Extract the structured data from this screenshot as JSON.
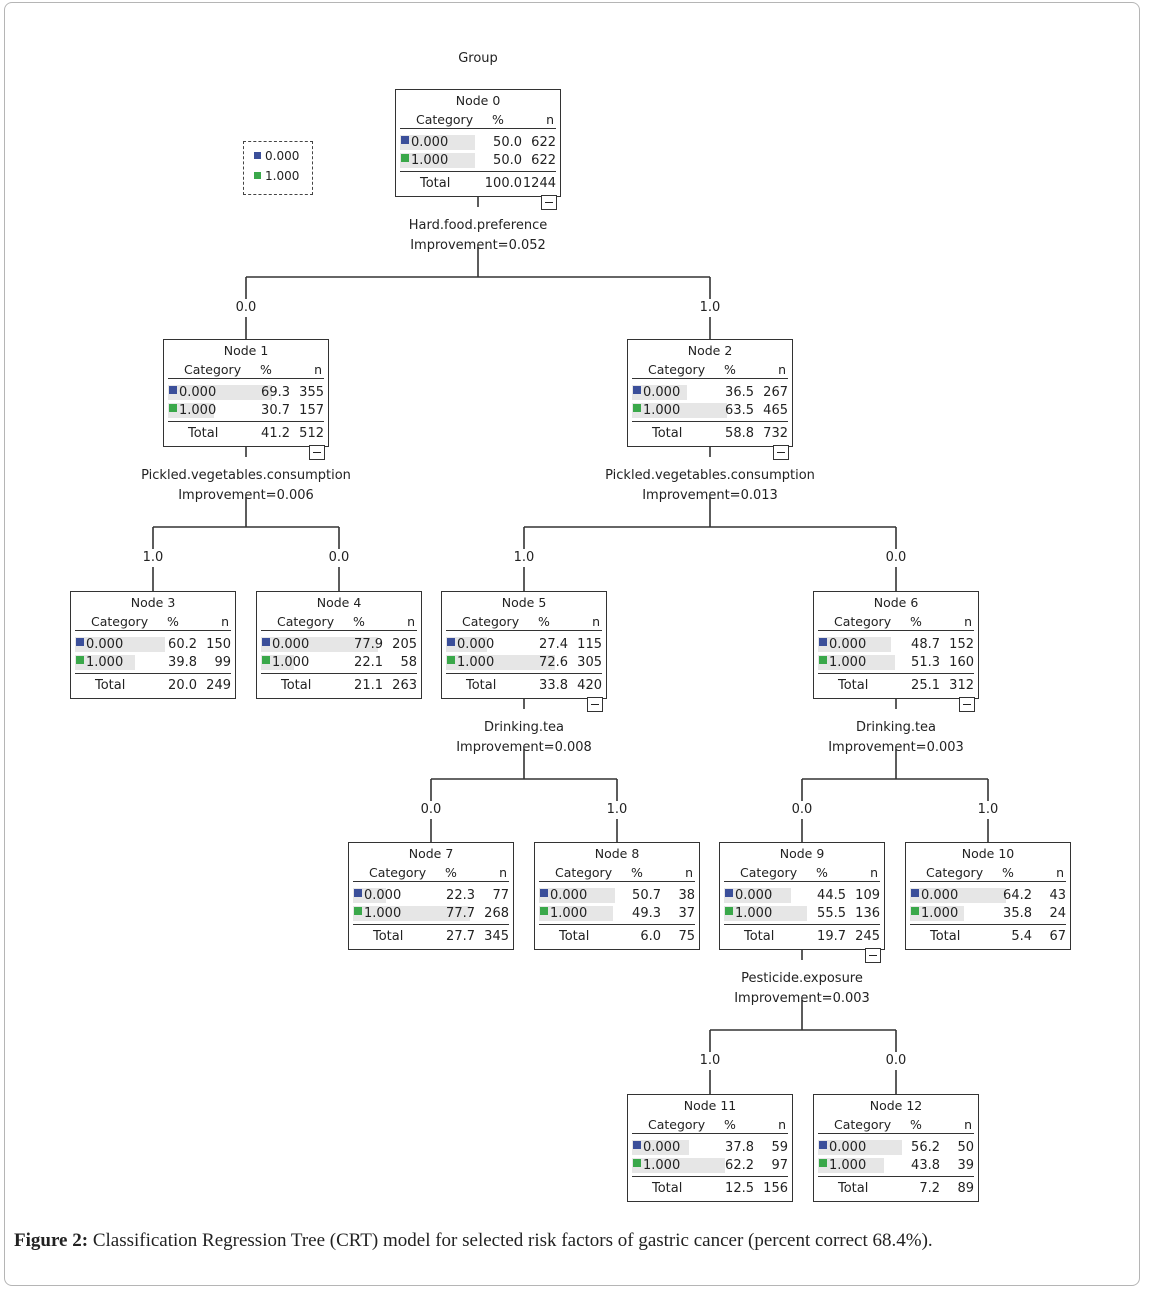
{
  "title": "Group",
  "legend": [
    {
      "label": "0.000",
      "color": "#3b4f9a"
    },
    {
      "label": "1.000",
      "color": "#3aa84a"
    }
  ],
  "colors": {
    "class0": "#3b4f9a",
    "class1": "#3aa84a"
  },
  "header": {
    "category": "Category",
    "pct": "%",
    "n": "n"
  },
  "total_label": "Total",
  "nodes": [
    {
      "id": "Node 0",
      "rows": [
        {
          "cat": "0.000",
          "pct": "50.0",
          "n": "622",
          "f": 0.5
        },
        {
          "cat": "1.000",
          "pct": "50.0",
          "n": "622",
          "f": 0.5
        }
      ],
      "total": {
        "pct": "100.0",
        "n": "1244"
      }
    },
    {
      "id": "Node 1",
      "rows": [
        {
          "cat": "0.000",
          "pct": "69.3",
          "n": "355",
          "f": 0.693
        },
        {
          "cat": "1.000",
          "pct": "30.7",
          "n": "157",
          "f": 0.307
        }
      ],
      "total": {
        "pct": "41.2",
        "n": "512"
      }
    },
    {
      "id": "Node 2",
      "rows": [
        {
          "cat": "0.000",
          "pct": "36.5",
          "n": "267",
          "f": 0.365
        },
        {
          "cat": "1.000",
          "pct": "63.5",
          "n": "465",
          "f": 0.635
        }
      ],
      "total": {
        "pct": "58.8",
        "n": "732"
      }
    },
    {
      "id": "Node 3",
      "rows": [
        {
          "cat": "0.000",
          "pct": "60.2",
          "n": "150",
          "f": 0.602
        },
        {
          "cat": "1.000",
          "pct": "39.8",
          "n": "99",
          "f": 0.398
        }
      ],
      "total": {
        "pct": "20.0",
        "n": "249"
      }
    },
    {
      "id": "Node 4",
      "rows": [
        {
          "cat": "0.000",
          "pct": "77.9",
          "n": "205",
          "f": 0.779
        },
        {
          "cat": "1.000",
          "pct": "22.1",
          "n": "58",
          "f": 0.221
        }
      ],
      "total": {
        "pct": "21.1",
        "n": "263"
      }
    },
    {
      "id": "Node 5",
      "rows": [
        {
          "cat": "0.000",
          "pct": "27.4",
          "n": "115",
          "f": 0.274
        },
        {
          "cat": "1.000",
          "pct": "72.6",
          "n": "305",
          "f": 0.726
        }
      ],
      "total": {
        "pct": "33.8",
        "n": "420"
      }
    },
    {
      "id": "Node 6",
      "rows": [
        {
          "cat": "0.000",
          "pct": "48.7",
          "n": "152",
          "f": 0.487
        },
        {
          "cat": "1.000",
          "pct": "51.3",
          "n": "160",
          "f": 0.513
        }
      ],
      "total": {
        "pct": "25.1",
        "n": "312"
      }
    },
    {
      "id": "Node 7",
      "rows": [
        {
          "cat": "0.000",
          "pct": "22.3",
          "n": "77",
          "f": 0.223
        },
        {
          "cat": "1.000",
          "pct": "77.7",
          "n": "268",
          "f": 0.777
        }
      ],
      "total": {
        "pct": "27.7",
        "n": "345"
      }
    },
    {
      "id": "Node 8",
      "rows": [
        {
          "cat": "0.000",
          "pct": "50.7",
          "n": "38",
          "f": 0.507
        },
        {
          "cat": "1.000",
          "pct": "49.3",
          "n": "37",
          "f": 0.493
        }
      ],
      "total": {
        "pct": "6.0",
        "n": "75"
      }
    },
    {
      "id": "Node 9",
      "rows": [
        {
          "cat": "0.000",
          "pct": "44.5",
          "n": "109",
          "f": 0.445
        },
        {
          "cat": "1.000",
          "pct": "55.5",
          "n": "136",
          "f": 0.555
        }
      ],
      "total": {
        "pct": "19.7",
        "n": "245"
      }
    },
    {
      "id": "Node 10",
      "rows": [
        {
          "cat": "0.000",
          "pct": "64.2",
          "n": "43",
          "f": 0.642
        },
        {
          "cat": "1.000",
          "pct": "35.8",
          "n": "24",
          "f": 0.358
        }
      ],
      "total": {
        "pct": "5.4",
        "n": "67"
      }
    },
    {
      "id": "Node 11",
      "rows": [
        {
          "cat": "0.000",
          "pct": "37.8",
          "n": "59",
          "f": 0.378
        },
        {
          "cat": "1.000",
          "pct": "62.2",
          "n": "97",
          "f": 0.622
        }
      ],
      "total": {
        "pct": "12.5",
        "n": "156"
      }
    },
    {
      "id": "Node 12",
      "rows": [
        {
          "cat": "0.000",
          "pct": "56.2",
          "n": "50",
          "f": 0.562
        },
        {
          "cat": "1.000",
          "pct": "43.8",
          "n": "39",
          "f": 0.438
        }
      ],
      "total": {
        "pct": "7.2",
        "n": "89"
      }
    }
  ],
  "splits": [
    {
      "var": "Hard.food.preference",
      "imp": "Improvement=0.052",
      "left": "0.0",
      "right": "1.0"
    },
    {
      "var": "Pickled.vegetables.consumption",
      "imp": "Improvement=0.006",
      "left": "1.0",
      "right": "0.0"
    },
    {
      "var": "Pickled.vegetables.consumption",
      "imp": "Improvement=0.013",
      "left": "1.0",
      "right": "0.0"
    },
    {
      "var": "Drinking.tea",
      "imp": "Improvement=0.008",
      "left": "0.0",
      "right": "1.0"
    },
    {
      "var": "Drinking.tea",
      "imp": "Improvement=0.003",
      "left": "0.0",
      "right": "1.0"
    },
    {
      "var": "Pesticide.exposure",
      "imp": "Improvement=0.003",
      "left": "1.0",
      "right": "0.0"
    }
  ],
  "caption": {
    "label": "Figure 2:",
    "text": " Classification Regression Tree (CRT) model for selected risk factors of gastric cancer (percent correct 68.4%)."
  }
}
